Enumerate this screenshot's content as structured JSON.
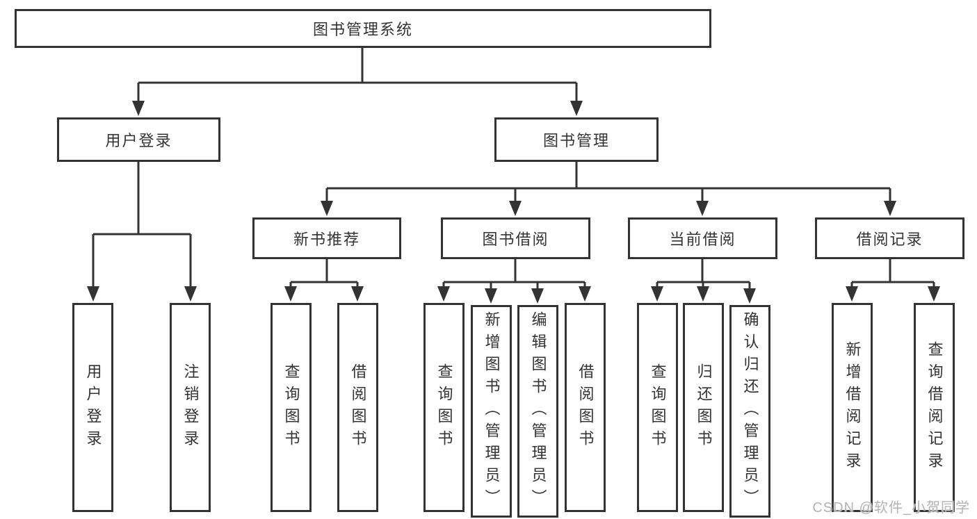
{
  "tree": {
    "root": {
      "label": "图书管理系统"
    },
    "branches": [
      {
        "label": "用户登录",
        "children": [
          {
            "label": "用户登录"
          },
          {
            "label": "注销登录"
          }
        ]
      },
      {
        "label": "图书管理",
        "children": [
          {
            "label": "新书推荐",
            "children": [
              {
                "label": "查询图书"
              },
              {
                "label": "借阅图书"
              }
            ]
          },
          {
            "label": "图书借阅",
            "children": [
              {
                "label": "查询图书"
              },
              {
                "label": "新增图书（管理员）"
              },
              {
                "label": "编辑图书（管理员）"
              },
              {
                "label": "借阅图书"
              }
            ]
          },
          {
            "label": "当前借阅",
            "children": [
              {
                "label": "查询图书"
              },
              {
                "label": "归还图书"
              },
              {
                "label": "确认归还（管理员）"
              }
            ]
          },
          {
            "label": "借阅记录",
            "children": [
              {
                "label": "新增借阅记录"
              },
              {
                "label": "查询借阅记录"
              }
            ]
          }
        ]
      }
    ]
  },
  "watermark": "CSDN @软件_小贺同学",
  "colors": {
    "line": "#333333",
    "text": "#333333",
    "box_background": "#ffffff",
    "background": "#ffffff",
    "watermark": "#b3b3b3"
  }
}
